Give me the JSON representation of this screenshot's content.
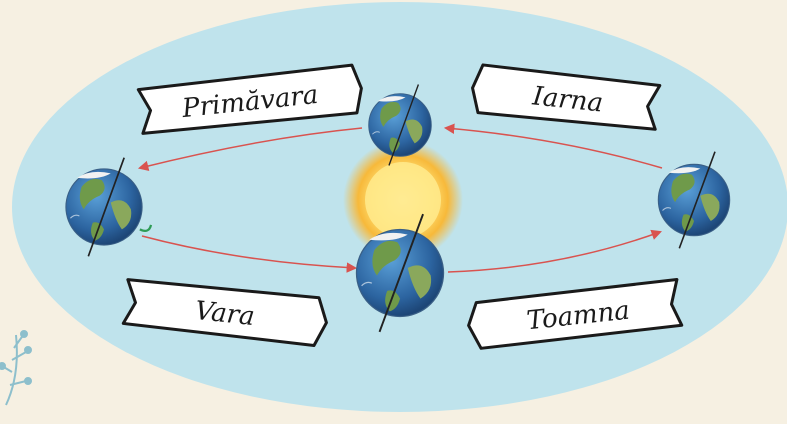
{
  "seasons": {
    "spring": "Primăvara",
    "winter": "Iarna",
    "summer": "Vara",
    "autumn": "Toamna"
  },
  "colors": {
    "background": "#f6f0e2",
    "orbit_fill": "#bfe3ec",
    "orbit_arrow": "#d9534f",
    "sun_core": "#fff3a0",
    "sun_glow": "#f5a623",
    "ocean": "#2f6fae",
    "land": "#6f9a4a",
    "banner_fill": "#ffffff",
    "banner_stroke": "#1a1a1a"
  },
  "icons": {
    "sun": "sun-icon",
    "earth": "earth-globe-icon",
    "snowflake_plant": "frost-plant-icon"
  }
}
